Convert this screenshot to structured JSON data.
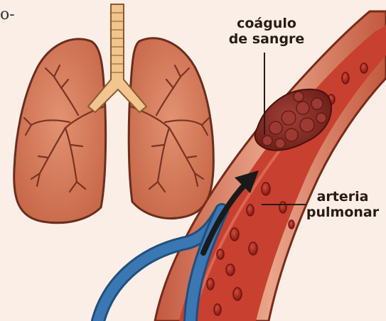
{
  "labels": {
    "corner_fragment": "o-",
    "clot_line1": "coágulo",
    "clot_line2": "de sangre",
    "artery_line1": "arteria",
    "artery_line2": "pulmonar"
  },
  "colors": {
    "background": "#fbeee6",
    "lung_fill": "#d9825f",
    "lung_outline": "#6b2d1e",
    "trachea": "#f2c48f",
    "vessel_wall": "#e49a80",
    "vessel_lumen": "#c0392b",
    "blood_cell": "#8e1a16",
    "clot": "#8b2e24",
    "vein": "#3b78b3",
    "arrow": "#1a1a1a"
  },
  "icons": {
    "lungs": "lungs-icon",
    "clot": "blood-clot-icon",
    "arrow": "flow-arrow-icon"
  }
}
